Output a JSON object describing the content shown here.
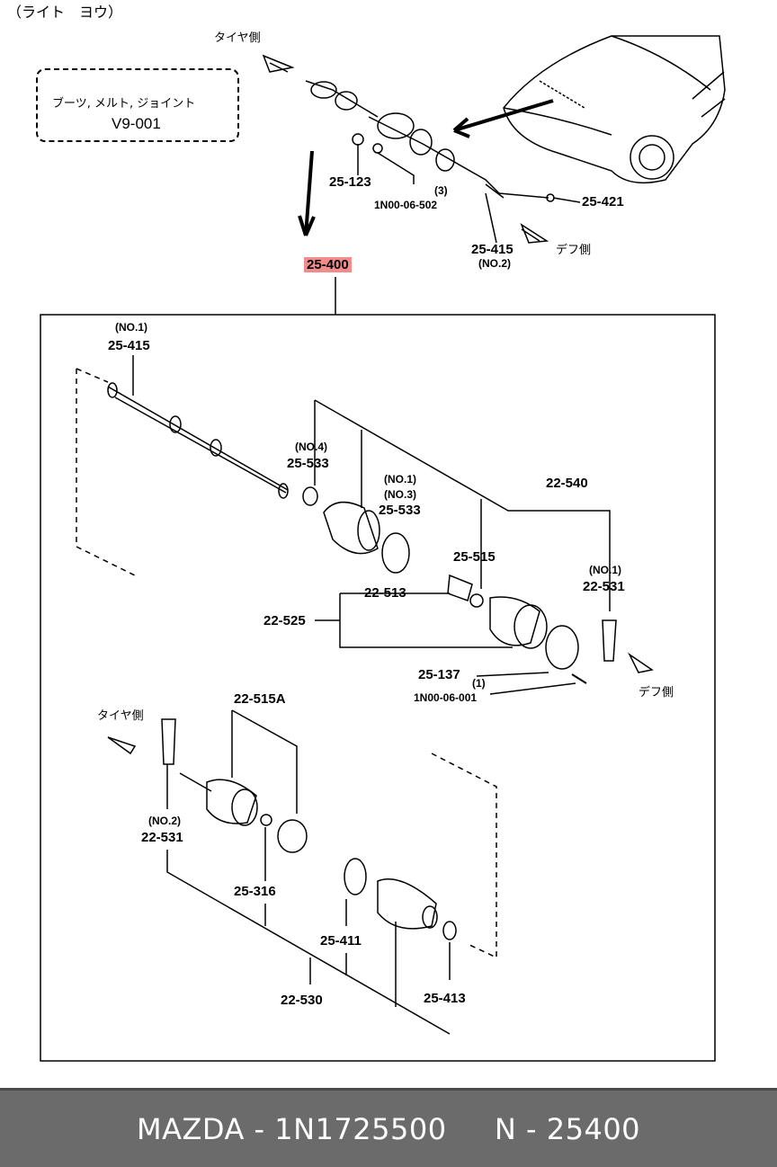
{
  "header": {
    "side_label": "（ライト　ヨウ）"
  },
  "note": {
    "line1": "ブーツ, メルト, ジョイント",
    "line2": "V9-001"
  },
  "directions": {
    "tire_side_top": "タイヤ側",
    "diff_side_top": "デフ側",
    "diff_side_mid": "デフ側",
    "tire_side_bottom": "タイヤ側"
  },
  "parts": {
    "p25_123": "25-123",
    "p1n00_06_502_qty": "(3)",
    "p1n00_06_502": "1N00-06-502",
    "p25_421": "25-421",
    "p25_415_top": "25-415",
    "p25_415_top_no": "(NO.2)",
    "p25_400": "25-400",
    "p25_415_main_no": "(NO.1)",
    "p25_415_main": "25-415",
    "p25_533_a_no": "(NO.4)",
    "p25_533_a": "25-533",
    "p25_533_b_no1": "(NO.1)",
    "p25_533_b_no3": "(NO.3)",
    "p25_533_b": "25-533",
    "p22_540": "22-540",
    "p25_515": "25-515",
    "p22_531_a_no": "(NO.1)",
    "p22_531_a": "22-531",
    "p22_513": "22-513",
    "p22_525": "22-525",
    "p25_137": "25-137",
    "p1n00_06_001_qty": "(1)",
    "p1n00_06_001": "1N00-06-001",
    "p22_515a": "22-515A",
    "p22_531_b_no": "(NO.2)",
    "p22_531_b": "22-531",
    "p25_316": "25-316",
    "p25_411": "25-411",
    "p22_530": "22-530",
    "p25_413": "25-413"
  },
  "colors": {
    "highlight": "#f28b8b",
    "footer_bg": "#6b6b6b",
    "footer_text": "#ffffff"
  },
  "footer": {
    "text": "MAZDA - 1N1725500     N - 25400"
  }
}
